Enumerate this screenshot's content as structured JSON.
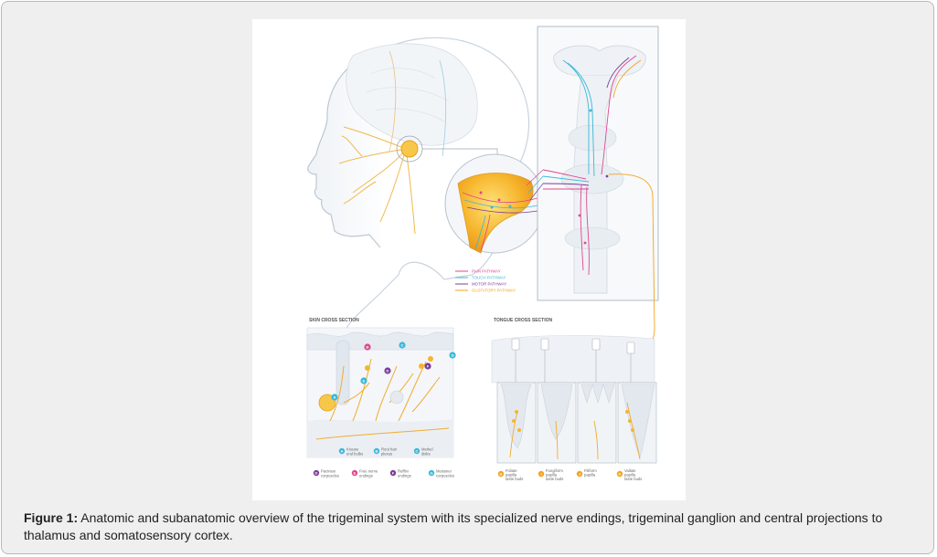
{
  "figure": {
    "skin_section_title": "SKIN CROSS SECTION",
    "tongue_section_title": "TONGUE CROSS SECTION",
    "legend": [
      {
        "label": "PAIN PATHWAY",
        "color": "#e0468f"
      },
      {
        "label": "TOUCH PATHWAY",
        "color": "#3bb8d8"
      },
      {
        "label": "MOTOR PATHWAY",
        "color": "#7b3f98"
      },
      {
        "label": "GUSTATORY PATHWAY",
        "color": "#f4a31e"
      }
    ],
    "skin_badges": [
      {
        "letter": "A",
        "color": "#3bb8d8"
      },
      {
        "letter": "B",
        "color": "#e0468f"
      },
      {
        "letter": "C",
        "color": "#3bb8d8"
      },
      {
        "letter": "D",
        "color": "#7b3f98"
      },
      {
        "letter": "E",
        "color": "#3bb8d8"
      },
      {
        "letter": "F",
        "color": "#7b3f98"
      },
      {
        "letter": "G",
        "color": "#3bb8d8"
      }
    ],
    "skin_key": [
      {
        "letter": "A",
        "label1": "Krause",
        "label2": "end bulbs",
        "color": "#3bb8d8"
      },
      {
        "letter": "B",
        "label1": "Root hair",
        "label2": "plexus",
        "color": "#3bb8d8"
      },
      {
        "letter": "C",
        "label1": "Merkel",
        "label2": "disks",
        "color": "#3bb8d8"
      },
      {
        "letter": "D",
        "label1": "Pacinian",
        "label2": "corpuscles",
        "color": "#7b3f98"
      },
      {
        "letter": "E",
        "label1": "Free nerve",
        "label2": "endings",
        "color": "#e0468f"
      },
      {
        "letter": "F",
        "label1": "Ruffini",
        "label2": "endings",
        "color": "#7b3f98"
      },
      {
        "letter": "G",
        "label1": "Meissner",
        "label2": "corpuscles",
        "color": "#3bb8d8"
      }
    ],
    "tongue_key": [
      {
        "letter": "H",
        "label1": "Foliate",
        "label2": "papilla",
        "label3": "taste buds"
      },
      {
        "letter": "I",
        "label1": "Fungiform",
        "label2": "papilla",
        "label3": "taste buds"
      },
      {
        "letter": "J",
        "label1": "Filiform",
        "label2": "papilla",
        "label3": ""
      },
      {
        "letter": "K",
        "label1": "Vallate",
        "label2": "papilla",
        "label3": "taste buds"
      }
    ]
  },
  "caption": {
    "label": "Figure 1:",
    "text": " Anatomic and subanatomic overview of the trigeminal system with its specialized nerve endings, trigeminal ganglion and central projections to thalamus and somatosensory cortex."
  }
}
